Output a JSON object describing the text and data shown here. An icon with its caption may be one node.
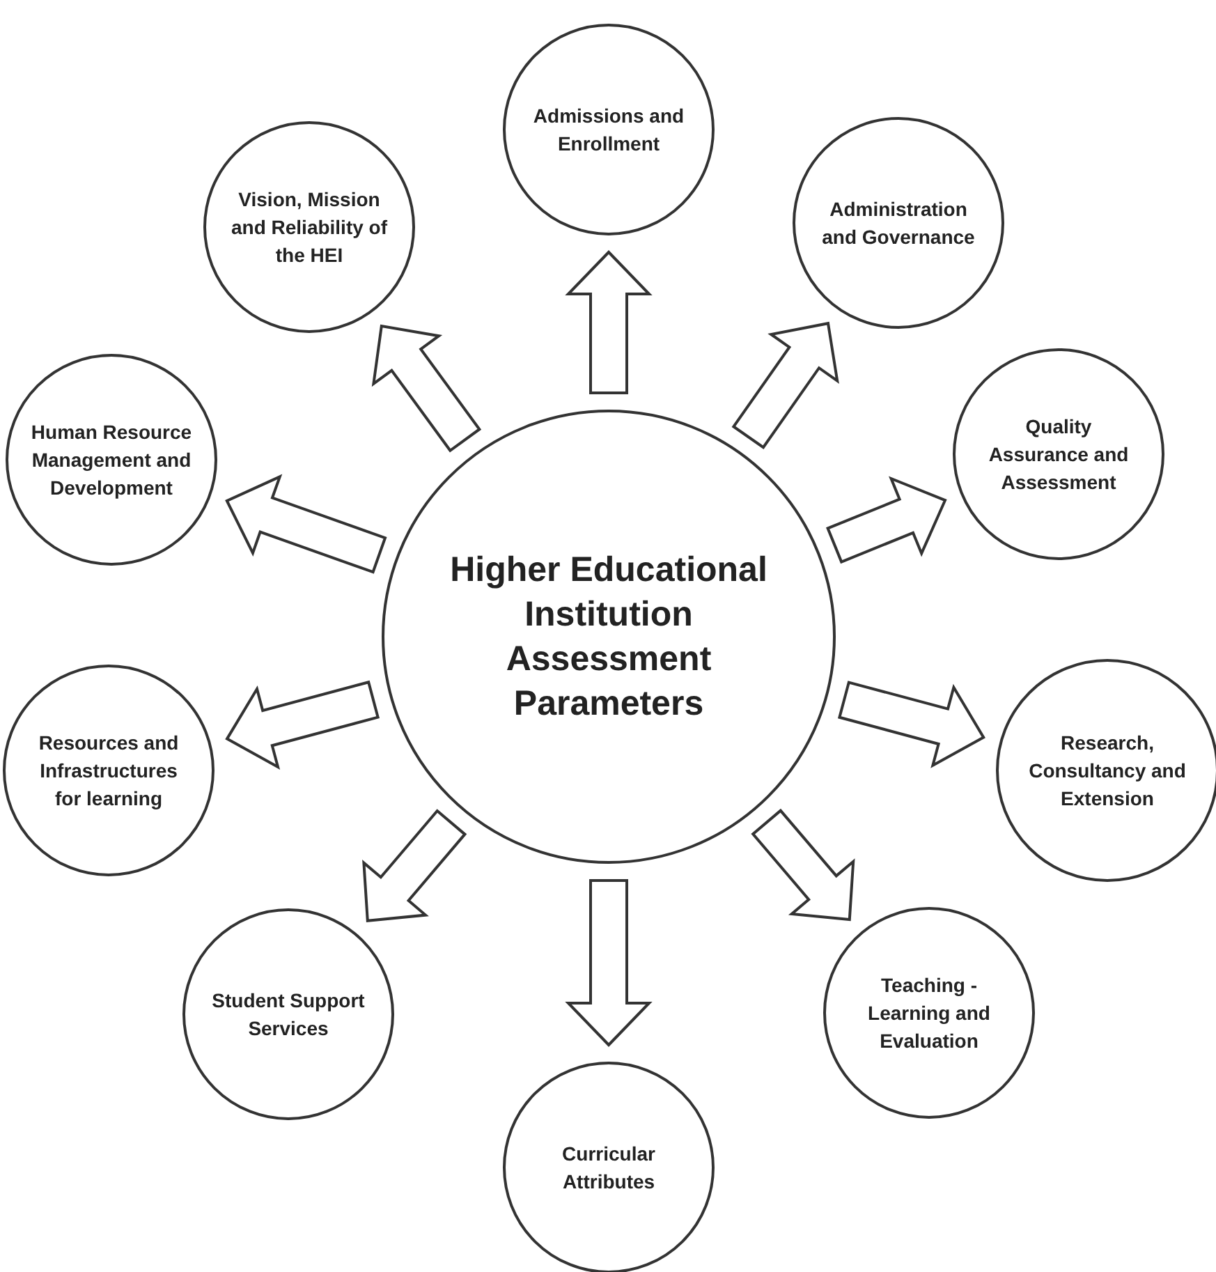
{
  "diagram": {
    "nodes": [
      {
        "text": [
          "Higher Educational Institution Assessment Parameters"
        ]
      },
      {
        "text": [
          "Admissions and Enrollment"
        ]
      },
      {
        "text": [
          "Administration and Governance"
        ]
      },
      {
        "text": [
          "Quality Assurance and Assessment"
        ]
      },
      {
        "text": [
          "Research, Consultancy and Extension"
        ]
      },
      {
        "text": [
          "Teaching - Learning and Evaluation"
        ]
      },
      {
        "text": [
          "Curricular Attributes"
        ]
      },
      {
        "text": [
          "Student Support Services"
        ]
      },
      {
        "text": [
          "Resources and Infrastructures for learning"
        ]
      },
      {
        "text": [
          "Human Resource Management and Development"
        ]
      },
      {
        "text": [
          "Vision, Mission and Reliability of the HEI"
        ]
      }
    ],
    "edges": [
      {
        "from": 0,
        "to": 1,
        "arrow": "to"
      },
      {
        "from": 0,
        "to": 2,
        "arrow": "to"
      },
      {
        "from": 0,
        "to": 3,
        "arrow": "to"
      },
      {
        "from": 0,
        "to": 4,
        "arrow": "to"
      },
      {
        "from": 0,
        "to": 5,
        "arrow": "to"
      },
      {
        "from": 0,
        "to": 6,
        "arrow": "to"
      },
      {
        "from": 0,
        "to": 7,
        "arrow": "to"
      },
      {
        "from": 0,
        "to": 8,
        "arrow": "to"
      },
      {
        "from": 0,
        "to": 9,
        "arrow": "to"
      },
      {
        "from": 0,
        "to": 10,
        "arrow": "to"
      }
    ]
  }
}
